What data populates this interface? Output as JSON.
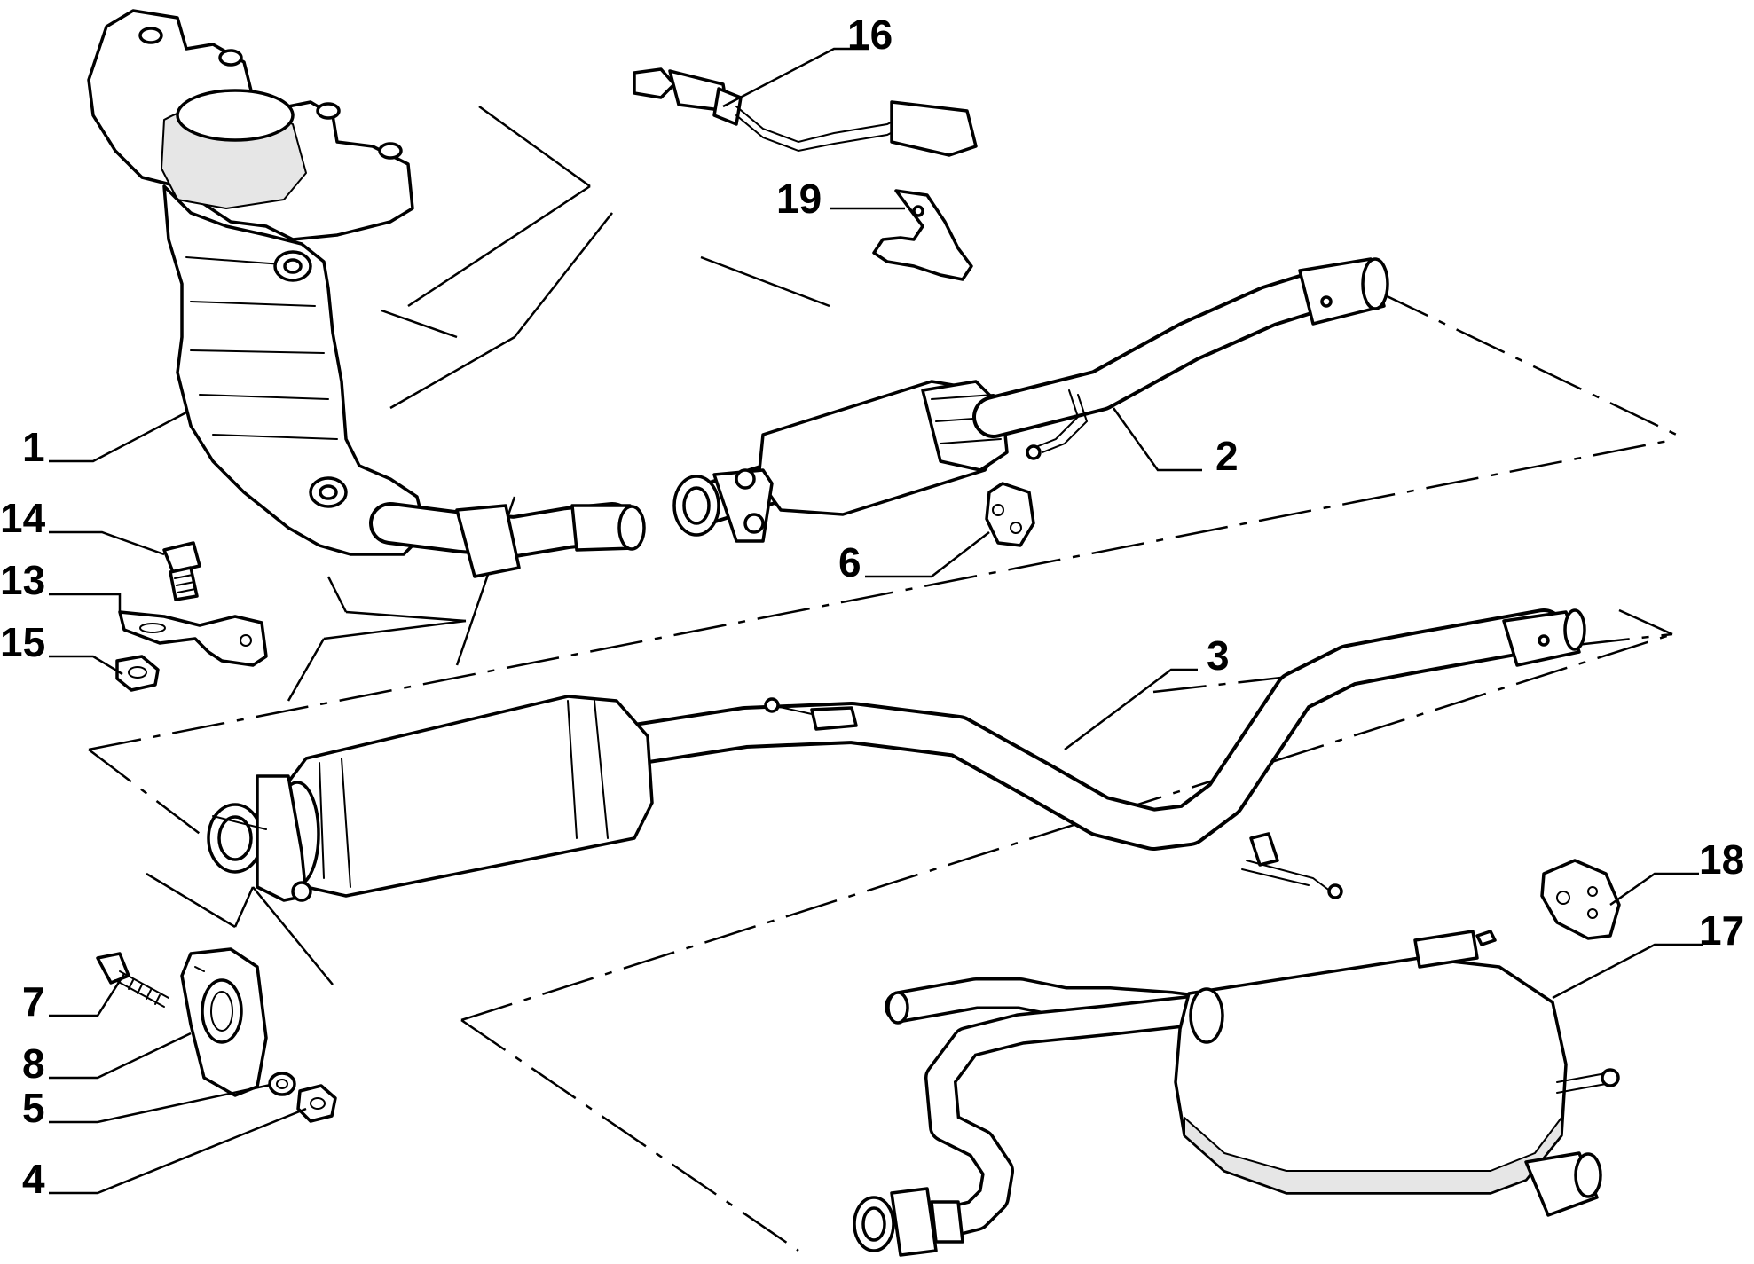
{
  "callouts": [
    {
      "id": "c1",
      "text": "1"
    },
    {
      "id": "c2",
      "text": "2"
    },
    {
      "id": "c3",
      "text": "3"
    },
    {
      "id": "c4",
      "text": "4"
    },
    {
      "id": "c5",
      "text": "5"
    },
    {
      "id": "c6",
      "text": "6"
    },
    {
      "id": "c7",
      "text": "7"
    },
    {
      "id": "c8",
      "text": "8"
    },
    {
      "id": "c13",
      "text": "13"
    },
    {
      "id": "c14",
      "text": "14"
    },
    {
      "id": "c15",
      "text": "15"
    },
    {
      "id": "c16",
      "text": "16"
    },
    {
      "id": "c17",
      "text": "17"
    },
    {
      "id": "c18",
      "text": "18"
    },
    {
      "id": "c19",
      "text": "19"
    }
  ]
}
